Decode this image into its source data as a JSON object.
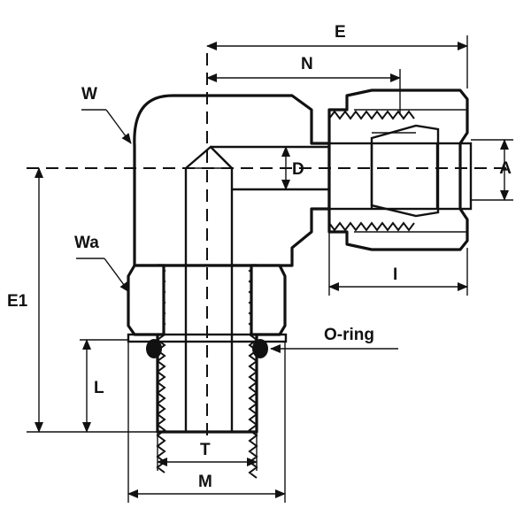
{
  "labels": {
    "E": "E",
    "N": "N",
    "W": "W",
    "D": "D",
    "A": "A",
    "Wa": "Wa",
    "E1": "E1",
    "I": "I",
    "O_ring": "O-ring",
    "L": "L",
    "T": "T",
    "M": "M"
  },
  "colors": {
    "line": "#111111",
    "background": "#ffffff"
  }
}
